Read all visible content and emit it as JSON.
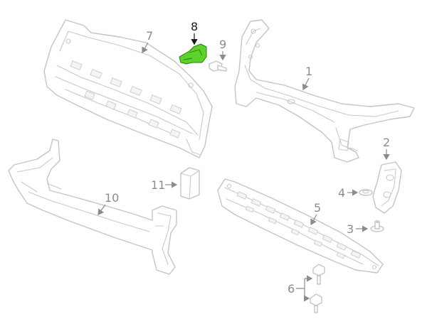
{
  "diagram": {
    "highlight_color": "#5cd22a",
    "part_stroke_color": "#c4c4c4",
    "callout_color": "#8c8c8c",
    "highlighted_part": "8",
    "callouts": {
      "p1": "1",
      "p2": "2",
      "p3": "3",
      "p4": "4",
      "p5": "5",
      "p6": "6",
      "p7": "7",
      "p8": "8",
      "p9": "9",
      "p10": "10",
      "p11": "11"
    }
  }
}
